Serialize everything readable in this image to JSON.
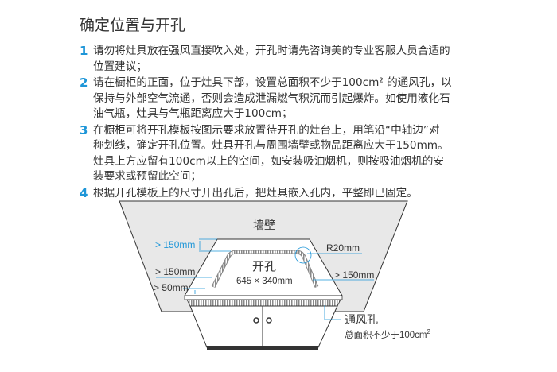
{
  "title": "确定位置与开孔",
  "items": [
    {
      "num": "1",
      "lines": [
        "请勿将灶具放在强风直接吹入处，开孔时请先咨询美的专业客服人员合适的",
        "位置建议；"
      ]
    },
    {
      "num": "2",
      "lines": [
        "请在橱柜的正面，位于灶具下部，设置总面积不少于100cm² 的通风孔，以",
        "保持与外部空气流通，否则会造成泄漏燃气积沉而引起爆炸。如使用液化石",
        "油气瓶，灶具与气瓶距离应大于100cm；"
      ]
    },
    {
      "num": "3",
      "lines": [
        "在橱柜可将开孔模板按图示要求放置待开孔的灶台上，用笔沿“中轴边”对",
        "称划线，确定开孔位置。灶具开孔与周围墙壁或物品距离应大于150mm。",
        "灶具上方应留有100cm以上的空间，如安装吸油烟机，则按吸油烟机的安",
        "装要求或预留此空间；"
      ]
    },
    {
      "num": "4",
      "lines": [
        "根据开孔模板上的尺寸开出孔后，把灶具嵌入孔内，平整即已固定。"
      ]
    }
  ],
  "diagram": {
    "wall": "墙壁",
    "top_gap": "> 150mm",
    "left_gap": "> 150mm",
    "right_gap": "> 150mm",
    "front_gap": "> 50mm",
    "radius": "R20mm",
    "hole": "开孔",
    "hole_size": "645 × 340mm",
    "vent": "通风孔",
    "vent_area": "总面积不少于100cm",
    "vent_sup": "2"
  },
  "colors": {
    "accent": "#1e96d8",
    "wall": "#e8e8e8"
  }
}
